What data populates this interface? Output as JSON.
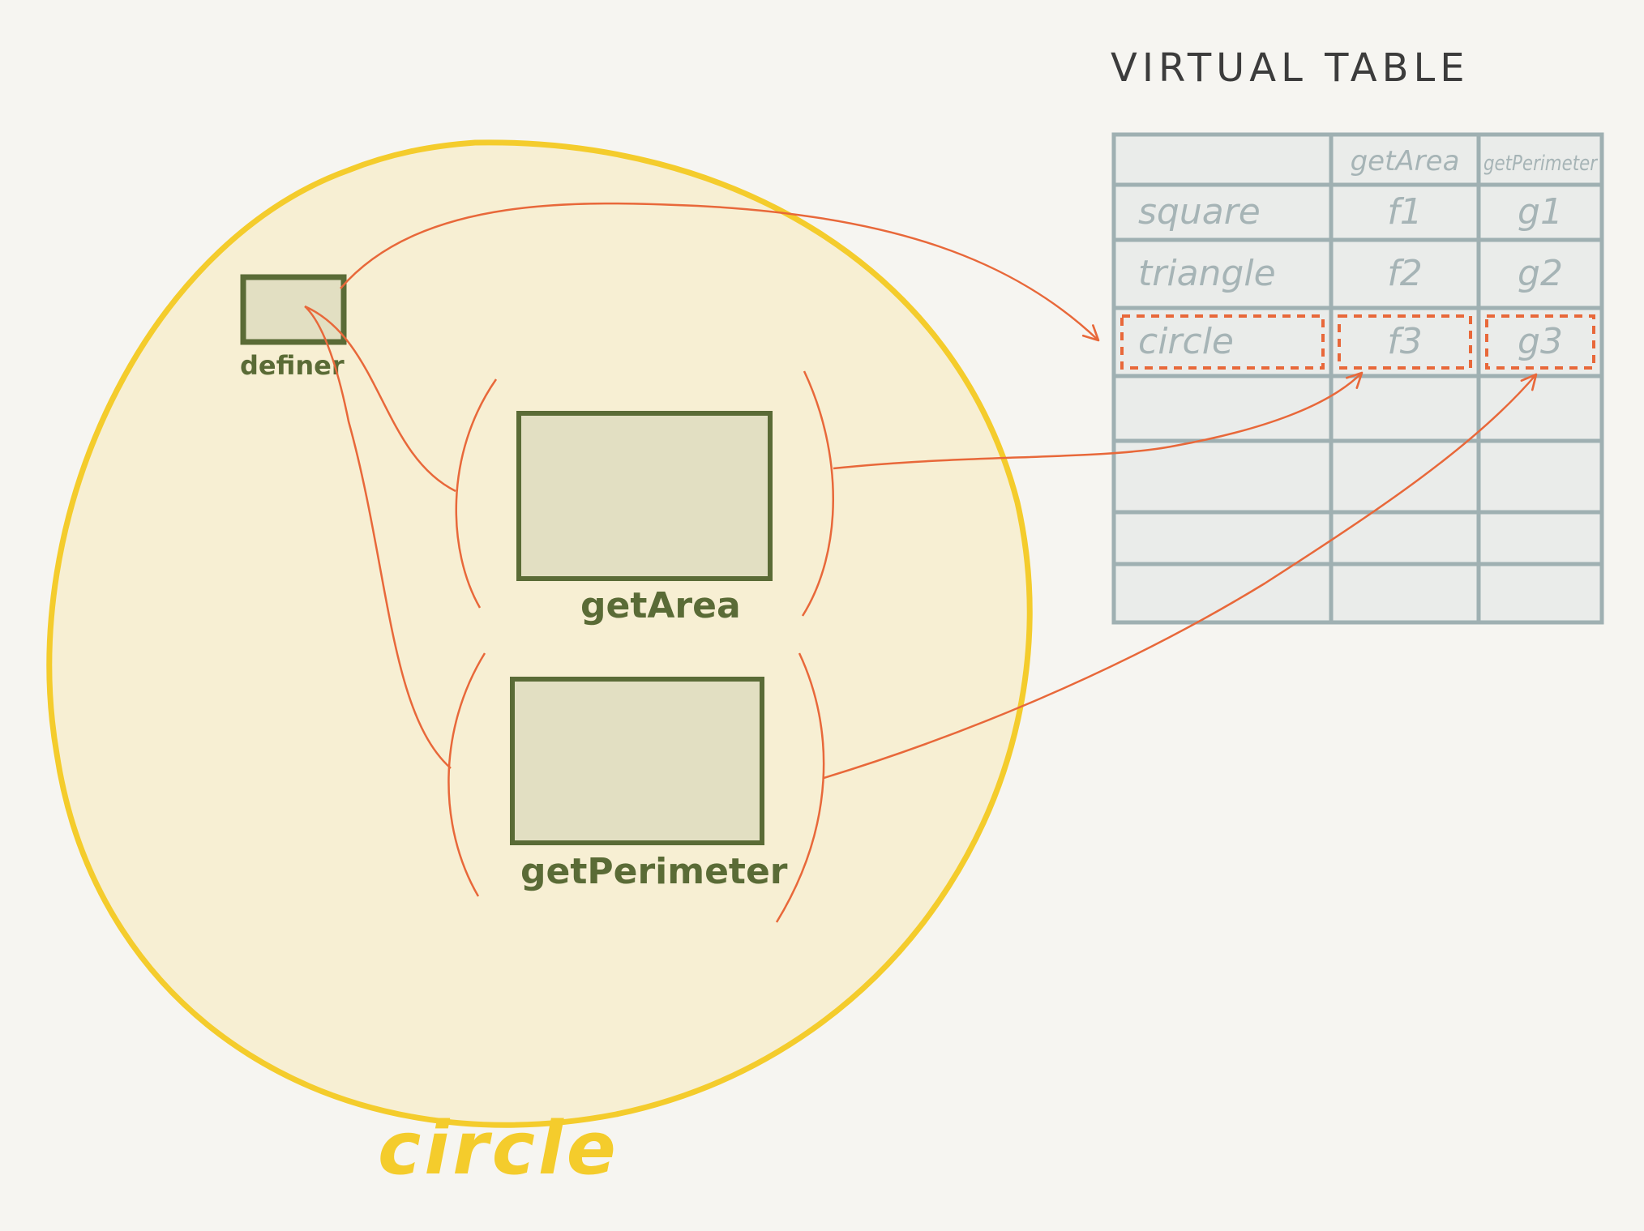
{
  "virtual_table": {
    "title": "VIRTUAL TABLE",
    "columns": [
      "",
      "getArea",
      "getPerimeter"
    ],
    "rows": [
      {
        "name": "square",
        "cells": [
          "f1",
          "g1"
        ],
        "highlighted": false
      },
      {
        "name": "triangle",
        "cells": [
          "f2",
          "g2"
        ],
        "highlighted": false
      },
      {
        "name": "circle",
        "cells": [
          "f3",
          "g3"
        ],
        "highlighted": true
      },
      {
        "name": "",
        "cells": [
          "",
          ""
        ],
        "highlighted": false
      },
      {
        "name": "",
        "cells": [
          "",
          ""
        ],
        "highlighted": false
      },
      {
        "name": "",
        "cells": [
          "",
          ""
        ],
        "highlighted": false
      },
      {
        "name": "",
        "cells": [
          "",
          ""
        ],
        "highlighted": false
      }
    ]
  },
  "object": {
    "name": "circle",
    "definer_label": "definer",
    "method_labels": [
      "getArea",
      "getPerimeter"
    ]
  },
  "colors": {
    "background": "#f6f5f1",
    "circle_fill": "#f7efd3",
    "circle_stroke": "#f4cc2c",
    "circle_label": "#f4cc2c",
    "box_fill": "#e2dfc2",
    "box_stroke": "#5a6b36",
    "box_label": "#5a6b36",
    "table_stroke": "#9fb0b2",
    "table_fill": "#eaecea",
    "table_text": "#a6b4b6",
    "arrow": "#e8683a",
    "highlight": "#e8683a"
  }
}
